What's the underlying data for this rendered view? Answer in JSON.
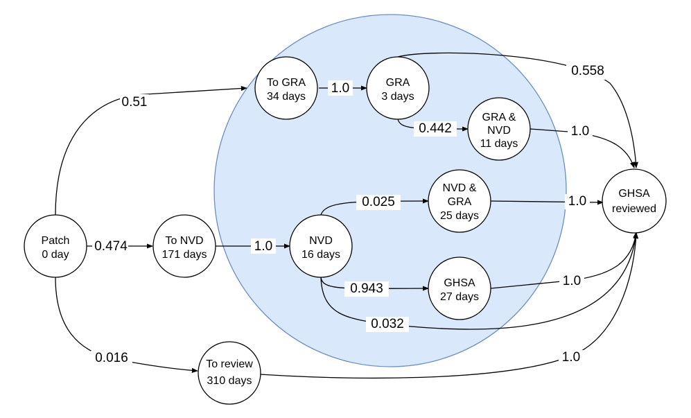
{
  "colors": {
    "region_fill": "#dae8fc",
    "region_stroke": "#6c8ebf",
    "stroke": "#000000"
  },
  "nodes": {
    "patch": [
      "Patch",
      "0 day"
    ],
    "to_gra": [
      "To GRA",
      "34 days"
    ],
    "gra": [
      "GRA",
      "3 days"
    ],
    "gra_nvd": [
      "GRA &",
      "NVD",
      "11 days"
    ],
    "to_nvd": [
      "To NVD",
      "171 days"
    ],
    "nvd": [
      "NVD",
      "16 days"
    ],
    "nvd_gra": [
      "NVD &",
      "GRA",
      "25 days"
    ],
    "ghsa": [
      "GHSA",
      "27 days"
    ],
    "to_review": [
      "To review",
      "310 days"
    ],
    "ghsa_reviewed": [
      "GHSA",
      "reviewed"
    ]
  },
  "edges": {
    "patch_to_gra": "0.51",
    "patch_to_nvd": "0.474",
    "patch_to_review": "0.016",
    "to_gra_gra": "1.0",
    "gra_reviewed": "0.558",
    "gra_gra_nvd": "0.442",
    "gra_nvd_reviewed": "1.0",
    "to_nvd_nvd": "1.0",
    "nvd_nvd_gra": "0.025",
    "nvd_gra_reviewed": "1.0",
    "nvd_ghsa": "0.943",
    "ghsa_reviewed": "1.0",
    "nvd_reviewed": "0.032",
    "to_review_reviewed": "1.0"
  }
}
